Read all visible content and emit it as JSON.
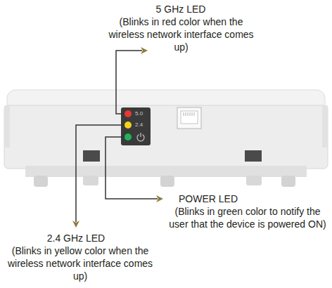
{
  "diagram": {
    "labels": [
      "5 GHz LED",
      "(Blinks in red color when the wireless network interface comes up)",
      "POWER LED",
      "(Blinks in green color to notify the user that the device is powered ON)",
      "2.4 GHz LED",
      "(Blinks in yellow color when the wireless network interface comes up)",
      "5.0",
      "2.4"
    ]
  }
}
